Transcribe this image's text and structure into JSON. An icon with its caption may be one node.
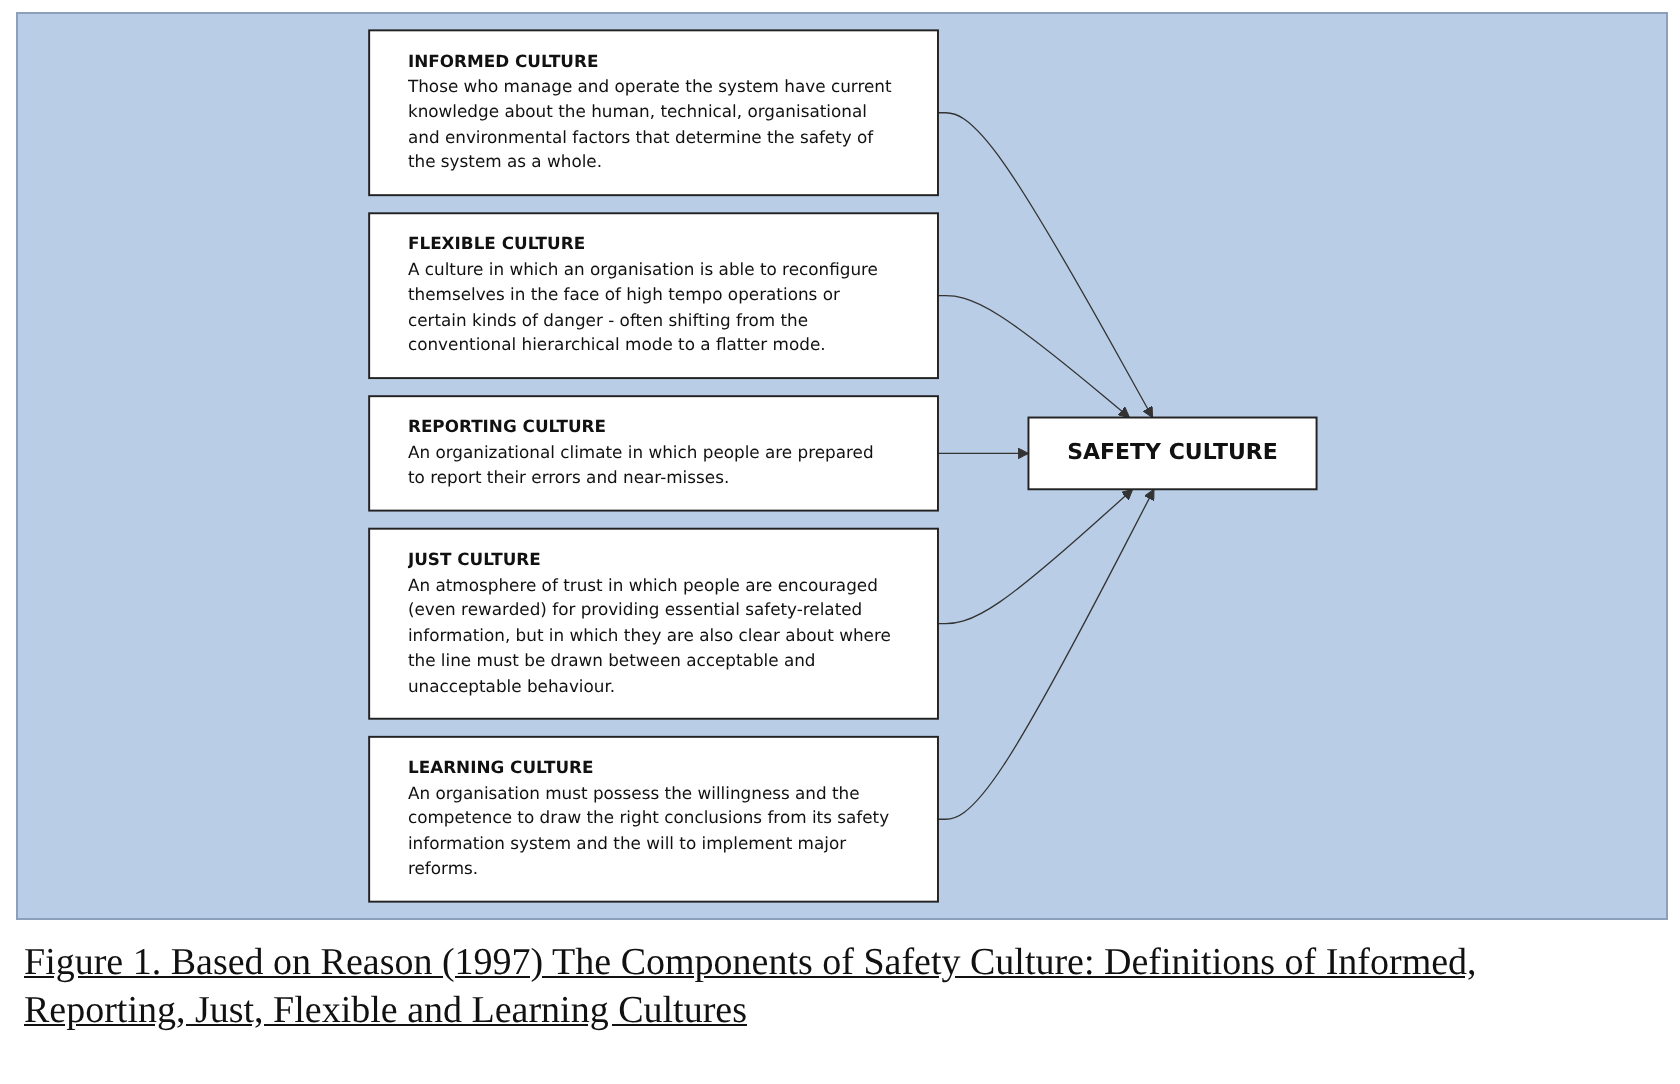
{
  "diagram": {
    "caption": "Figure 1. Based on Reason (1997) The Components of Safety Culture: Definitions of Informed, Reporting, Just, Flexible and Learning Cultures",
    "nodes": [
      {
        "text": [
          "INFORMED CULTURE",
          "Those who manage and operate the system have current knowledge about the human, technical, organisational and environmental factors that determine the safety of the system as a whole."
        ]
      },
      {
        "text": [
          "FLEXIBLE CULTURE",
          "A culture in which an organisation is able to reconfigure themselves in the face of high tempo operations or certain kinds of danger - often shifting from the conventional hierarchical mode to a flatter mode."
        ]
      },
      {
        "text": [
          "REPORTING CULTURE",
          "An organizational climate in which people are prepared to report their errors and near-misses."
        ]
      },
      {
        "text": [
          "SAFETY CULTURE"
        ]
      },
      {
        "text": [
          "JUST CULTURE",
          "An atmosphere of trust in which people are encouraged (even rewarded) for providing essential safety-related information, but in which they are also clear about where the line must be drawn between acceptable and unacceptable behaviour."
        ]
      },
      {
        "text": [
          "LEARNING CULTURE",
          "An organisation must possess the willingness and the competence to draw the right conclusions from its safety information system and the will to implement major reforms."
        ]
      }
    ],
    "edges": [
      {
        "from": 0,
        "to": 3,
        "arrow": "to"
      },
      {
        "from": 1,
        "to": 3,
        "arrow": "to"
      },
      {
        "from": 2,
        "to": 3,
        "arrow": "to"
      },
      {
        "from": 4,
        "to": 3,
        "arrow": "to"
      },
      {
        "from": 5,
        "to": 3,
        "arrow": "to"
      }
    ]
  }
}
